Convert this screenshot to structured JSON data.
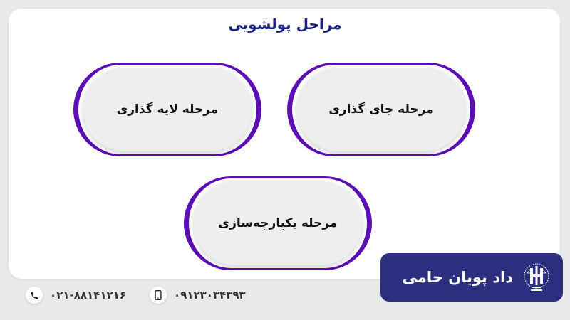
{
  "title": "مراحل پولشویی",
  "stages": [
    {
      "label": "مرحله جای گذاری"
    },
    {
      "label": "مرحله لایه گذاری"
    },
    {
      "label": "مرحله یکپارچه‌سازی"
    }
  ],
  "footer": {
    "landline": "۰۲۱-۸۸۱۴۱۲۱۶",
    "mobile": "۰۹۱۲۳۰۳۴۳۹۳"
  },
  "brand": {
    "name": "داد پویان حامی"
  },
  "colors": {
    "accent": "#5b0fb4",
    "title_blue": "#1a237e",
    "brand_bg": "#2c2f7e",
    "pill_bg": "#eeeeef"
  },
  "icons": {
    "phone": "phone-icon",
    "mobile": "mobile-icon",
    "logo": "scales-logo-icon"
  }
}
